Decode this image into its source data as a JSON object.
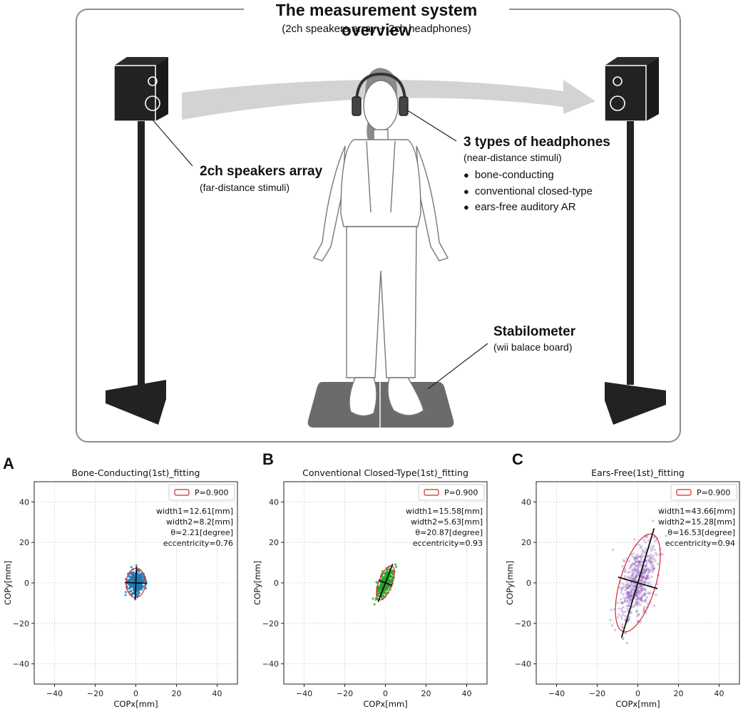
{
  "overview": {
    "title": "The measurement system overview",
    "subtitle": "(2ch speakers array + 2ch headphones)",
    "speakers": {
      "title": "2ch speakers array",
      "subtitle": "(far-distance stimuli)"
    },
    "headphones": {
      "title": "3 types of headphones",
      "subtitle": "(near-distance stimuli)",
      "types": [
        "bone-conducting",
        "conventional closed-type",
        "ears-free auditory AR"
      ]
    },
    "stabilometer": {
      "title": "Stabilometer",
      "subtitle": "(wii balace board)"
    }
  },
  "chart_data": [
    {
      "panel": "A",
      "type": "scatter",
      "title": "Bone-Conducting(1st)_fitting",
      "xlabel": "COPx[mm]",
      "ylabel": "COPy[mm]",
      "xlim": [
        -50,
        50
      ],
      "ylim": [
        -50,
        50
      ],
      "xticks": [
        -40,
        -20,
        0,
        20,
        40
      ],
      "yticks": [
        -40,
        -20,
        0,
        20,
        40
      ],
      "grid": true,
      "legend_position": "top-right",
      "legend": "P=0.900",
      "annotations": [
        "width1=12.61[mm]",
        "width2=8.2[mm]",
        "θ=2.21[degree]",
        "eccentricity=0.76"
      ],
      "ellipse": {
        "center": [
          0,
          0
        ],
        "width1": 12.61,
        "width2": 8.2,
        "theta_deg": 2.21
      },
      "points_color": "#1f77b4",
      "ellipse_color": "#d62728"
    },
    {
      "panel": "B",
      "type": "scatter",
      "title": "Conventional Closed-Type(1st)_fitting",
      "xlabel": "COPx[mm]",
      "ylabel": "COPy[mm]",
      "xlim": [
        -50,
        50
      ],
      "ylim": [
        -50,
        50
      ],
      "xticks": [
        -40,
        -20,
        0,
        20,
        40
      ],
      "yticks": [
        -40,
        -20,
        0,
        20,
        40
      ],
      "grid": true,
      "legend_position": "top-right",
      "legend": "P=0.900",
      "annotations": [
        "width1=15.58[mm]",
        "width2=5.63[mm]",
        "θ=20.87[degree]",
        "eccentricity=0.93"
      ],
      "ellipse": {
        "center": [
          0,
          0
        ],
        "width1": 15.58,
        "width2": 5.63,
        "theta_deg": 20.87
      },
      "points_color": "#2ca02c",
      "ellipse_color": "#d62728"
    },
    {
      "panel": "C",
      "type": "scatter",
      "title": "Ears-Free(1st)_fitting",
      "xlabel": "COPx[mm]",
      "ylabel": "COPy[mm]",
      "xlim": [
        -50,
        50
      ],
      "ylim": [
        -50,
        50
      ],
      "xticks": [
        -40,
        -20,
        0,
        20,
        40
      ],
      "yticks": [
        -40,
        -20,
        0,
        20,
        40
      ],
      "grid": true,
      "legend_position": "top-right",
      "legend": "P=0.900",
      "annotations": [
        "width1=43.66[mm]",
        "width2=15.28[mm]",
        "θ=16.53[degree]",
        "eccentricity=0.94"
      ],
      "ellipse": {
        "center": [
          0,
          0
        ],
        "width1": 43.66,
        "width2": 15.28,
        "theta_deg": 16.53
      },
      "points_color": "#9467bd",
      "ellipse_color": "#d62728"
    }
  ]
}
